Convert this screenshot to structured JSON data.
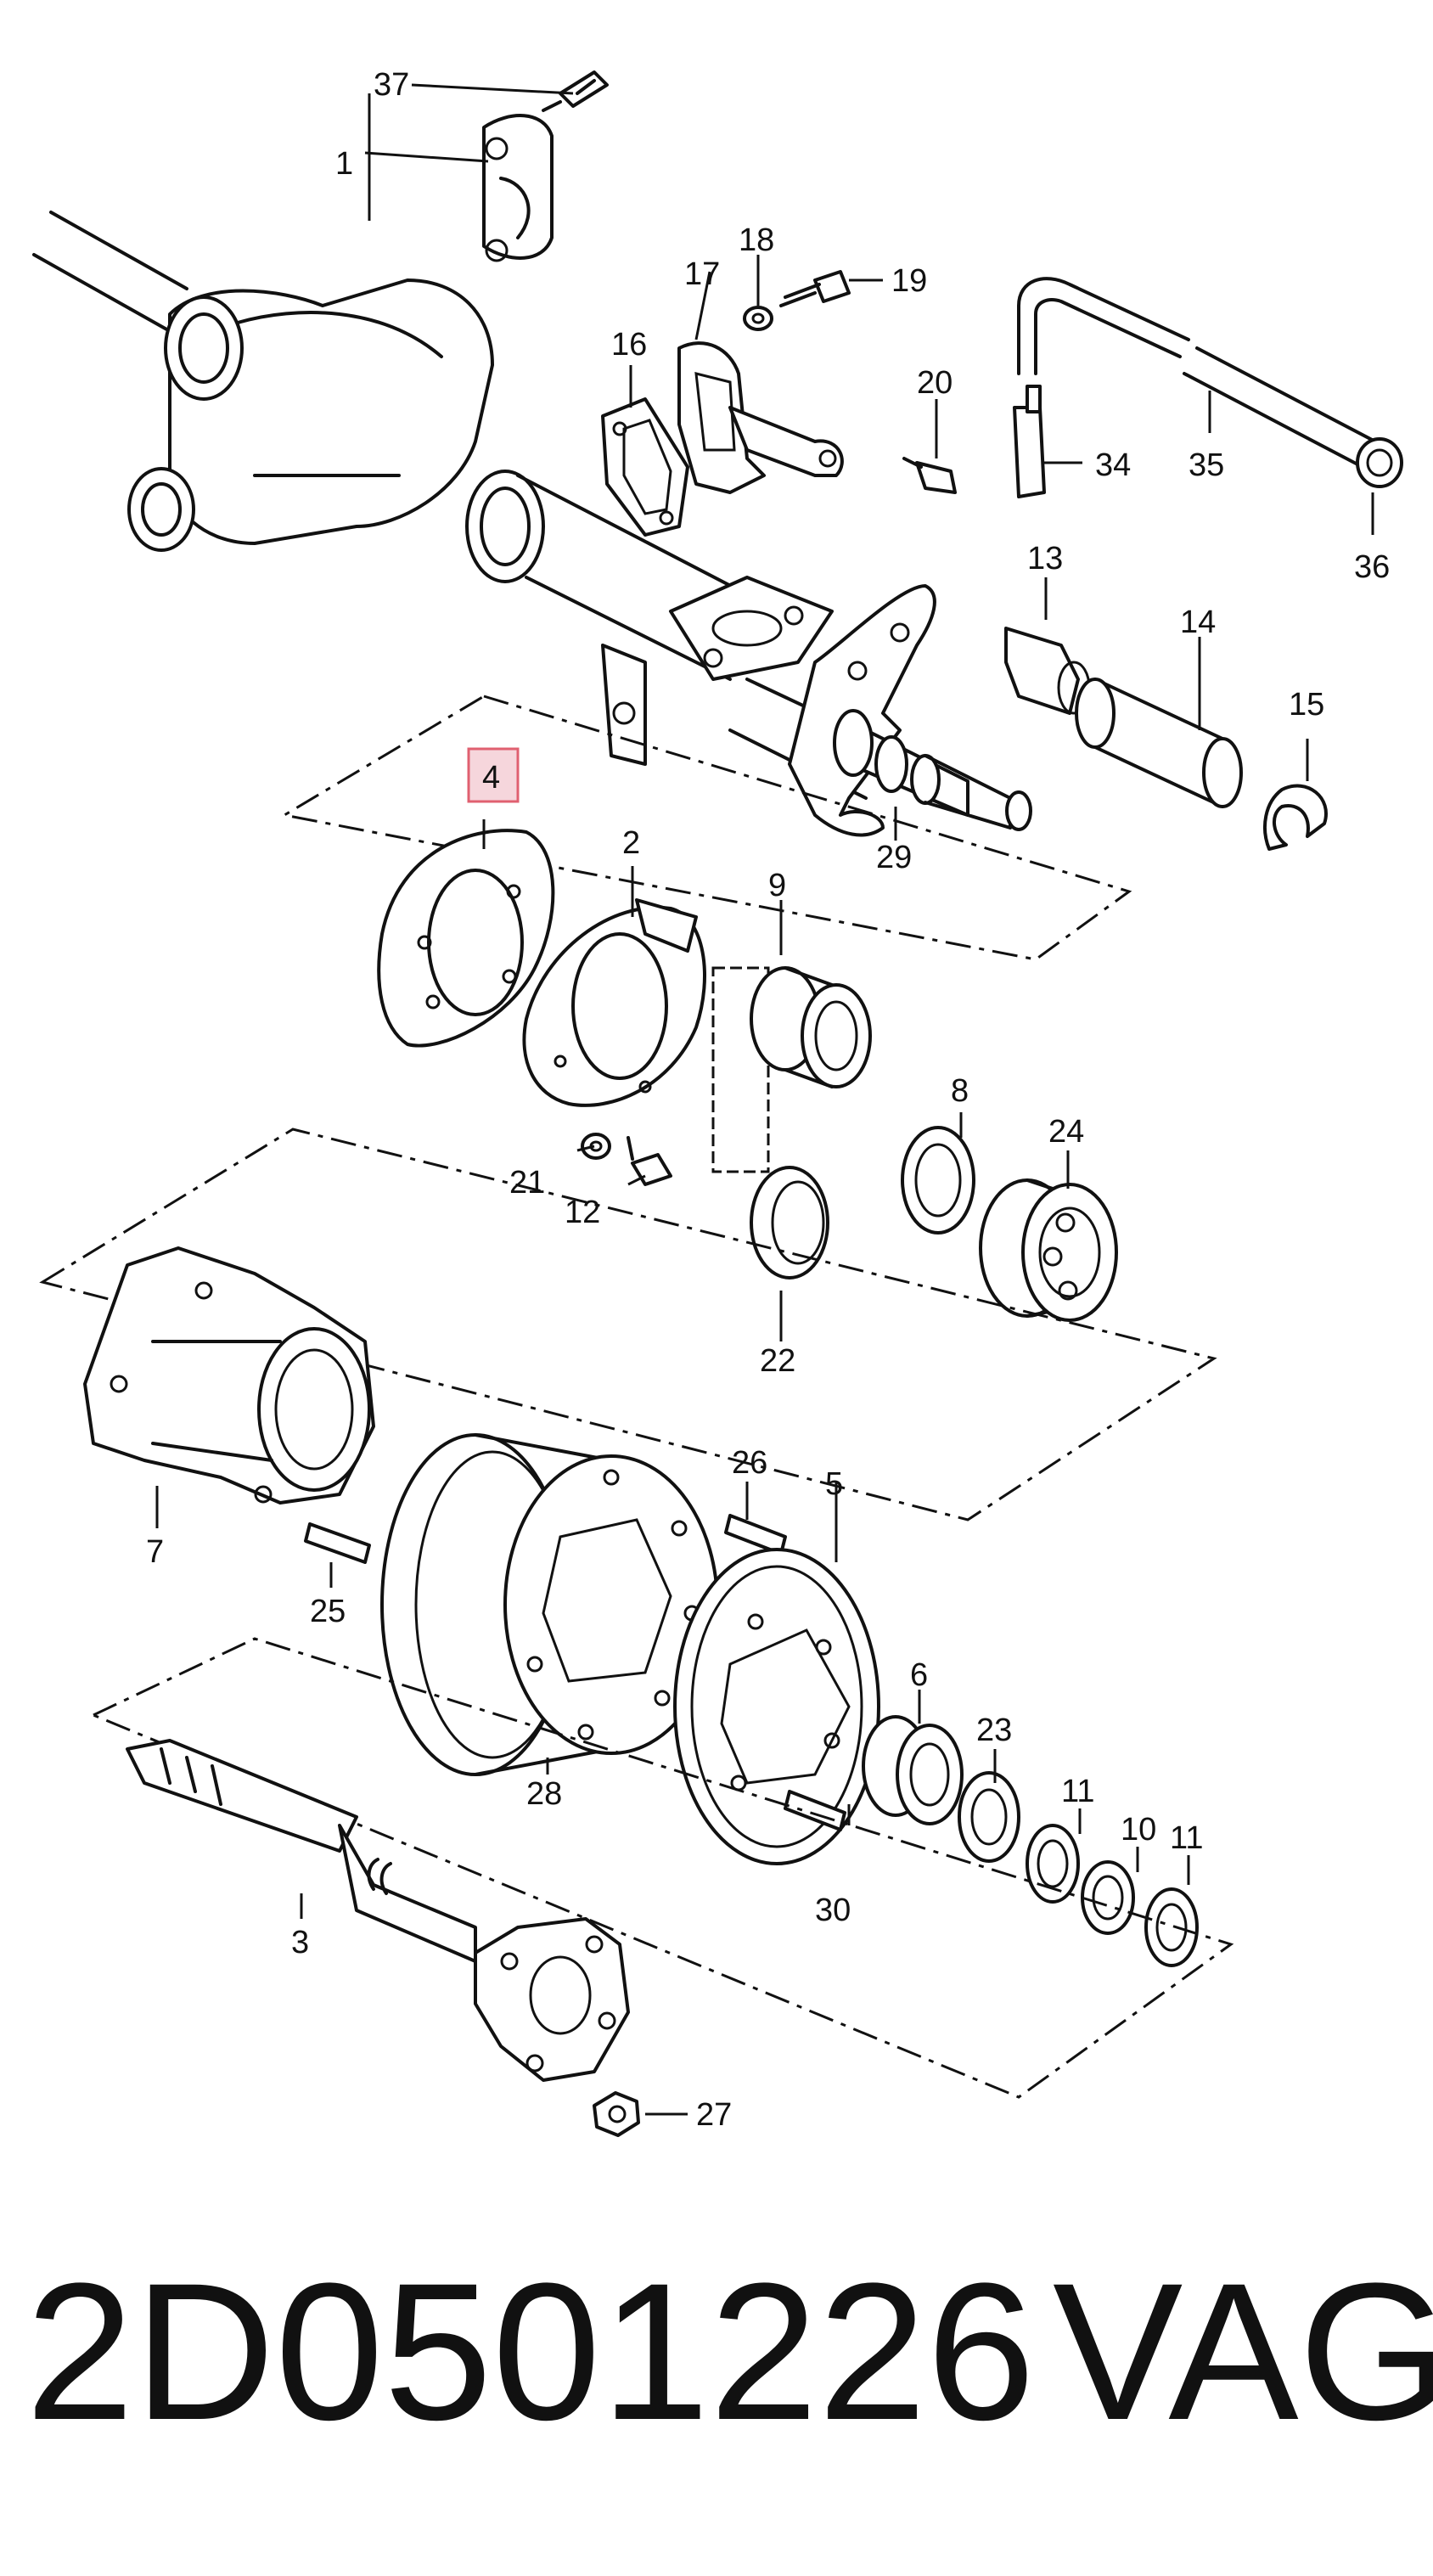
{
  "diagram": {
    "highlighted_callout": "4",
    "highlight_color": "#e06070",
    "callouts": {
      "c1": "1",
      "c2": "2",
      "c3": "3",
      "c4": "4",
      "c5": "5",
      "c6": "6",
      "c7": "7",
      "c8": "8",
      "c9": "9",
      "c10": "10",
      "c11a": "11",
      "c11b": "11",
      "c12": "12",
      "c13": "13",
      "c14": "14",
      "c15": "15",
      "c16": "16",
      "c17": "17",
      "c18": "18",
      "c19": "19",
      "c20": "20",
      "c21": "21",
      "c22": "22",
      "c23": "23",
      "c24": "24",
      "c25": "25",
      "c26": "26",
      "c27": "27",
      "c28": "28",
      "c29": "29",
      "c30": "30",
      "c34": "34",
      "c35": "35",
      "c36": "36",
      "c37": "37"
    }
  },
  "footer": {
    "part_number": "2D0501226",
    "brand": "VAG"
  }
}
